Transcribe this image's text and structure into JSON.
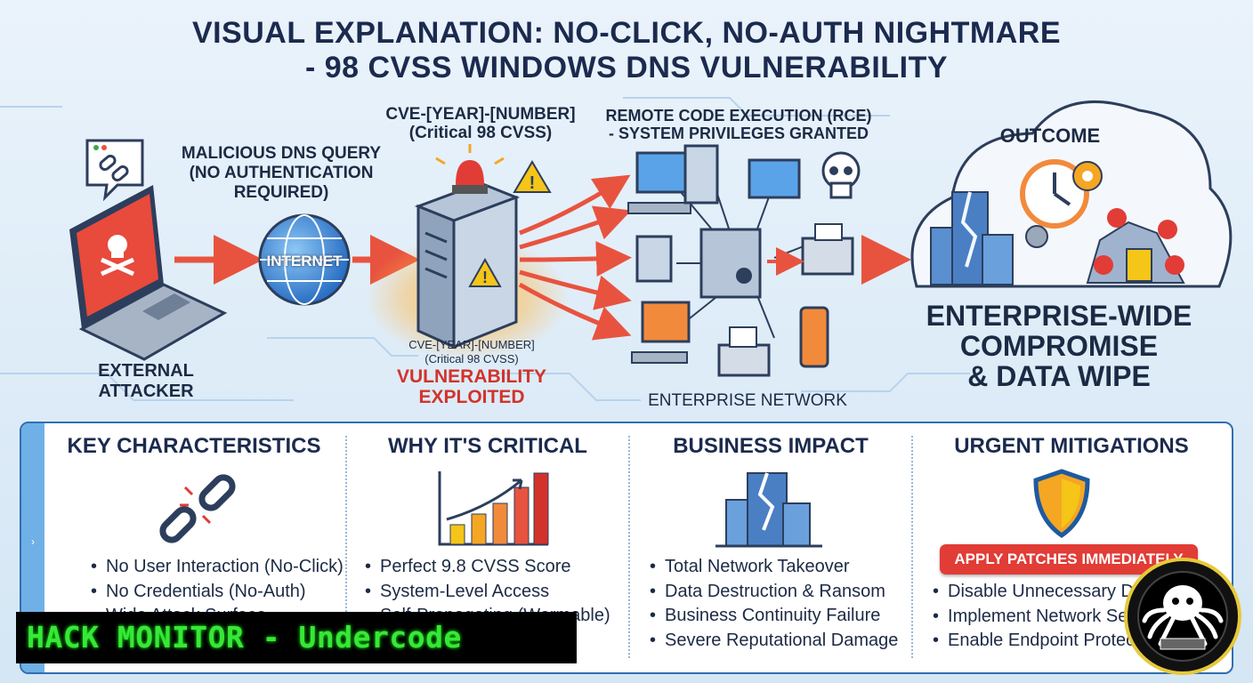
{
  "title": {
    "line1": "VISUAL EXPLANATION: NO-CLICK, NO-AUTH NIGHTMARE",
    "line2": "- 98 CVSS WINDOWS DNS VULNERABILITY"
  },
  "diagram": {
    "query_label": [
      "MALICIOUS DNS QUERY",
      "(NO AUTHENTICATION",
      "REQUIRED)"
    ],
    "internet_label": "INTERNET",
    "attacker_label": [
      "EXTERNAL",
      "ATTACKER"
    ],
    "cve_top": [
      "CVE-[YEAR]-[NUMBER]",
      "(Critical 98 CVSS)"
    ],
    "cve_bottom": [
      "CVE-[YEAR]-[NUMBER]",
      "(Critical 98 CVSS)"
    ],
    "exploited_label": [
      "VULNERABILITY",
      "EXPLOITED"
    ],
    "rce_label": [
      "REMOTE CODE EXECUTION (RCE)",
      "- SYSTEM PRIVILEGES GRANTED"
    ],
    "network_label": "ENTERPRISE NETWORK",
    "outcome_label": "OUTCOME",
    "compromise_label": [
      "ENTERPRISE-WIDE",
      "COMPROMISE",
      "& DATA WIPE"
    ]
  },
  "panel": {
    "tab_glyph": "›",
    "columns": [
      {
        "heading": "KEY CHARACTERISTICS",
        "icon": "broken-chain-icon",
        "items": [
          "No User Interaction (No-Click)",
          "No Credentials (No-Auth)",
          "Wide Attack Surface"
        ]
      },
      {
        "heading": "WHY IT'S CRITICAL",
        "icon": "rising-bar-chart-icon",
        "items": [
          "Perfect 9.8 CVSS Score",
          "System-Level Access",
          "Self-Propagating (Wormable)"
        ]
      },
      {
        "heading": "BUSINESS IMPACT",
        "icon": "cracked-building-icon",
        "items": [
          "Total Network Takeover",
          "Data Destruction & Ransom",
          "Business Continuity Failure",
          "Severe Reputational Damage"
        ]
      },
      {
        "heading": "URGENT MITIGATIONS",
        "icon": "shield-icon",
        "button": "APPLY PATCHES IMMEDIATELY",
        "items": [
          "Disable Unnecessary DNS",
          "Implement Network Segmentation",
          "Enable Endpoint Protection"
        ]
      }
    ]
  },
  "brand": "HACK MONITOR - Undercode",
  "colors": {
    "title": "#1b2a4e",
    "alert_red": "#e23c36",
    "arrow_red": "#e8533f",
    "brand_green": "#39e639",
    "panel_border": "#2f6fb3",
    "warning_yellow": "#f5c518"
  }
}
